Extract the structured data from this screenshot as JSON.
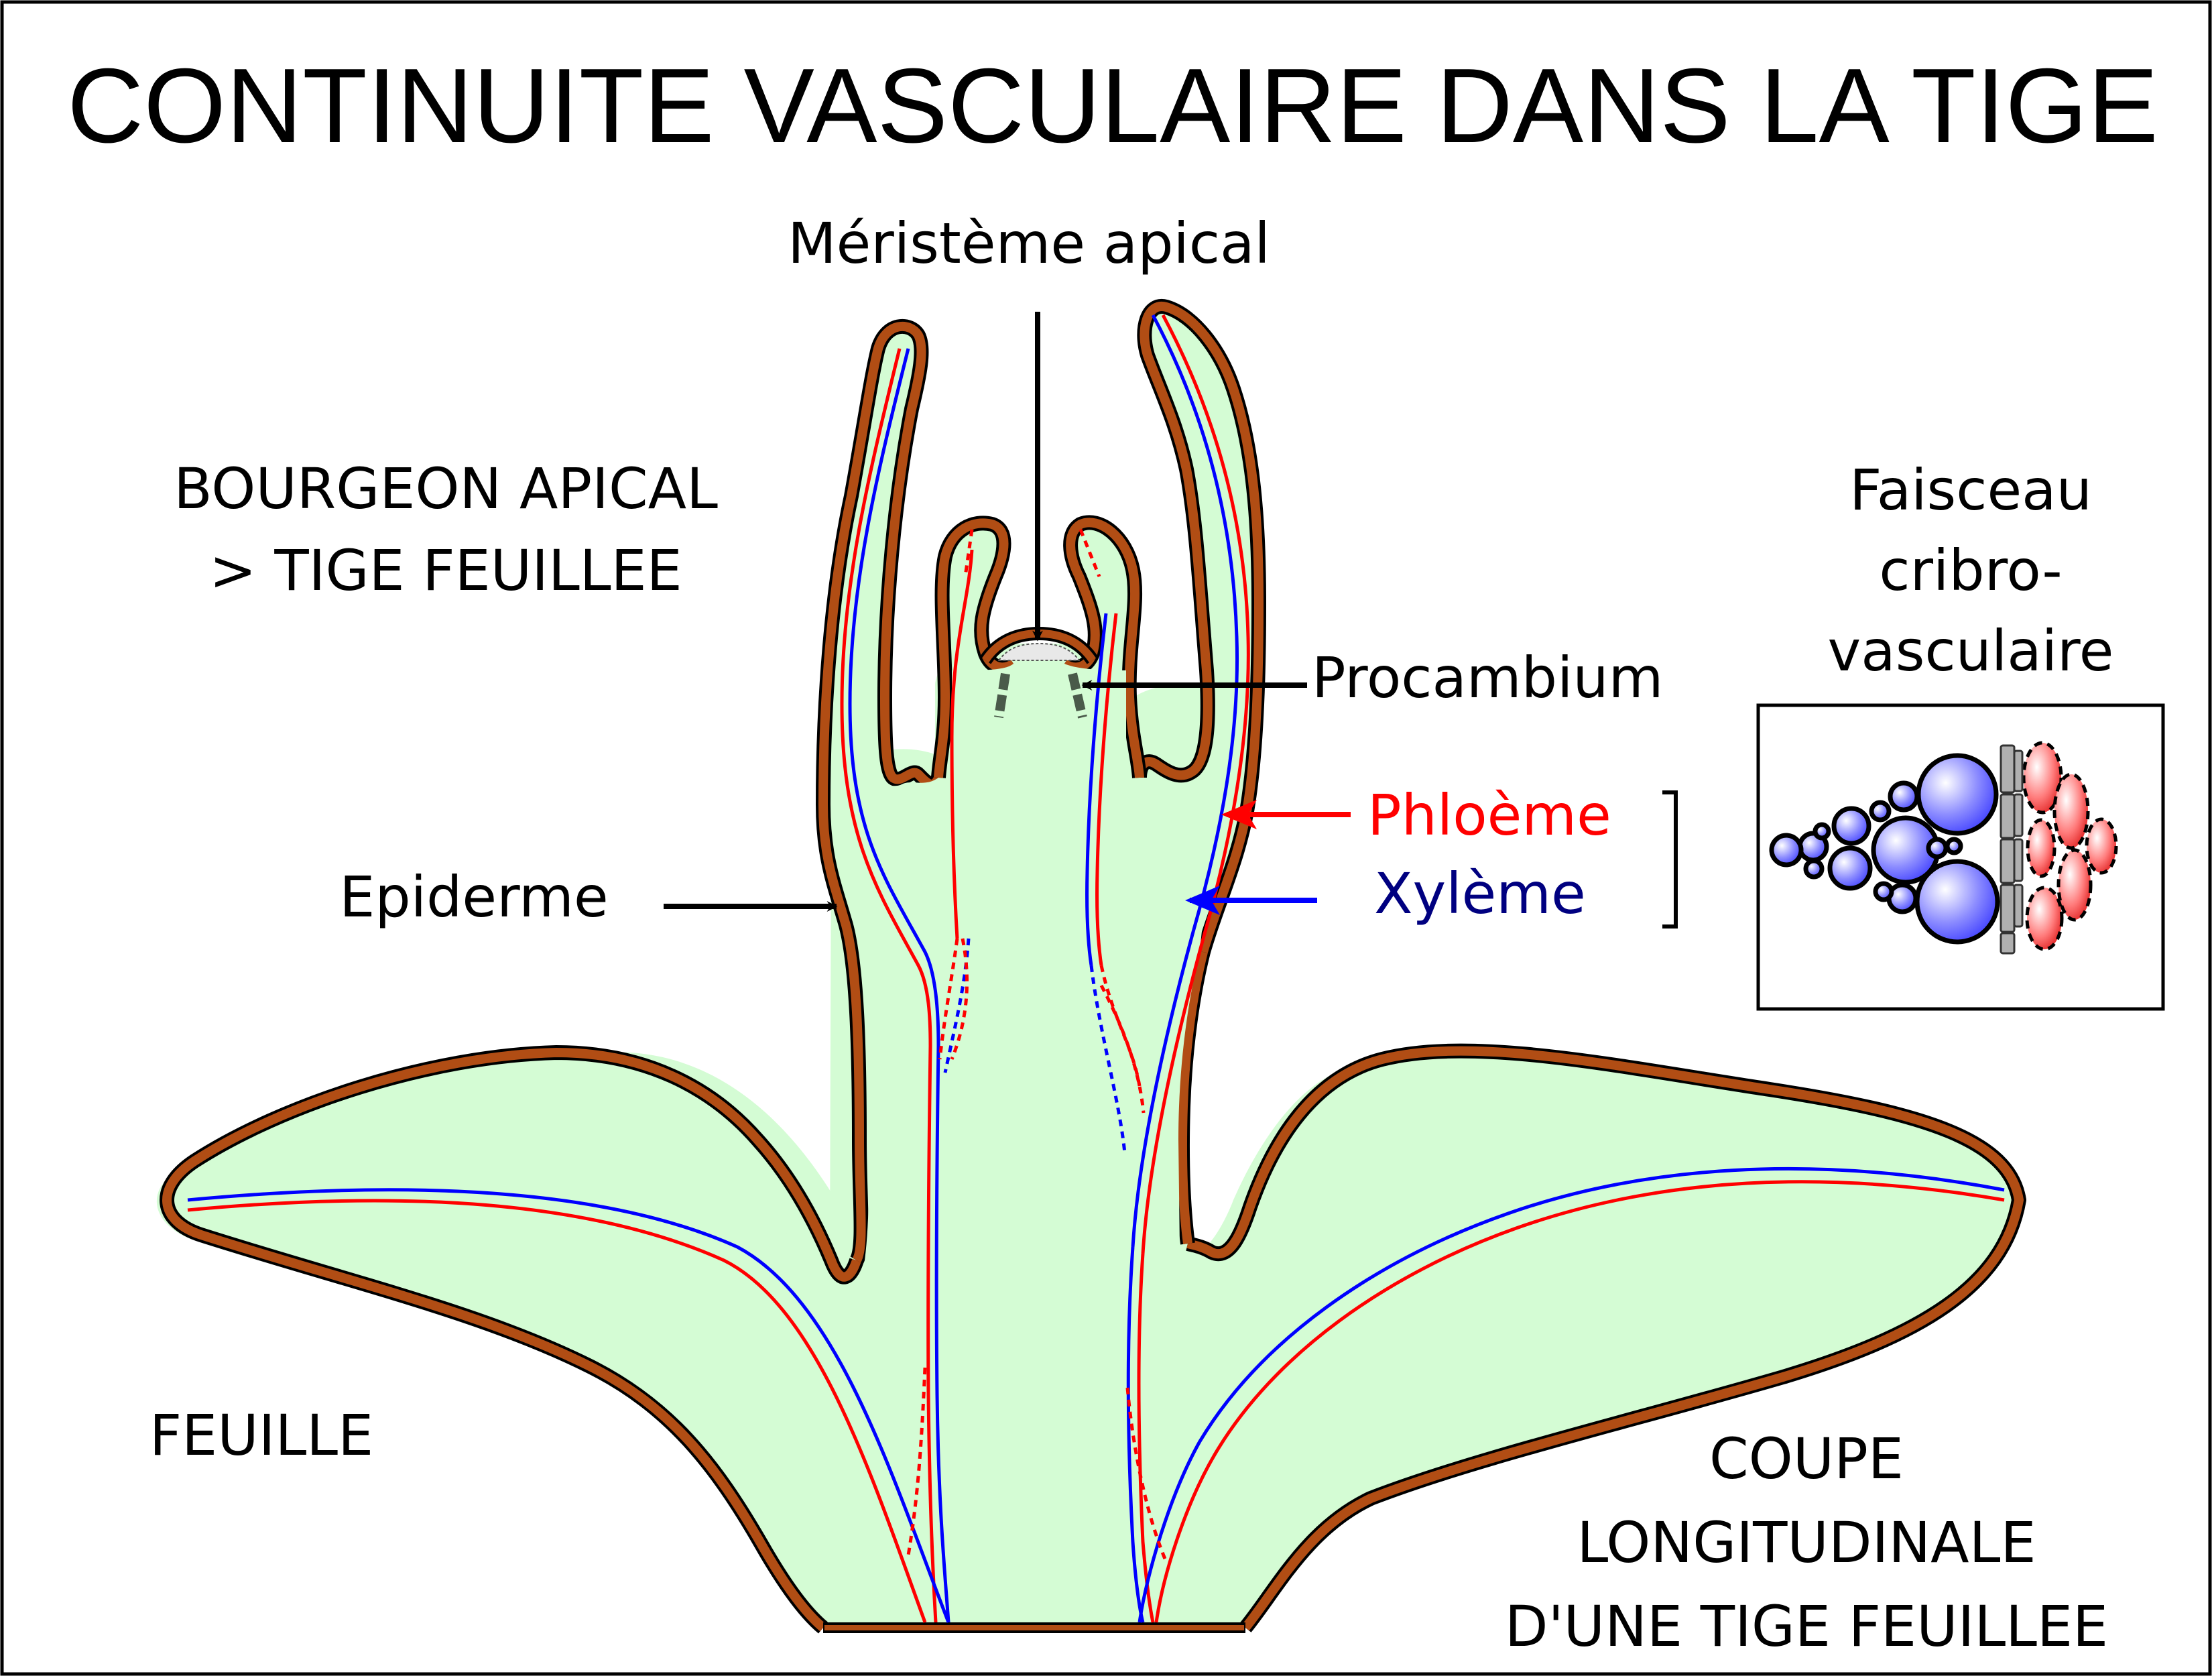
{
  "title": "CONTINUITE VASCULAIRE DANS LA TIGE",
  "labels": {
    "meristeme": "Méristème apical",
    "bourgeon_line1": "BOURGEON APICAL",
    "bourgeon_line2": "> TIGE FEUILLEE",
    "procambium": "Procambium",
    "epiderme": "Epiderme",
    "phloeme": "Phloème",
    "xyleme": "Xylème",
    "faisceau_line1": "Faisceau",
    "faisceau_line2": "cribro-",
    "faisceau_line3": "vasculaire",
    "feuille": "FEUILLE",
    "coupe_line1": "COUPE",
    "coupe_line2": "LONGITUDINALE",
    "coupe_line3": "D'UNE TIGE FEUILLEE"
  },
  "colors": {
    "tissue_fill": "#d4fcd4",
    "epidermis": "#b14d14",
    "phloem": "#ff0000",
    "xylem": "#0000ff",
    "xylem_label": "#000080",
    "procambium": "#4a5a4a",
    "sieve_plate": "#b0b0b0"
  }
}
